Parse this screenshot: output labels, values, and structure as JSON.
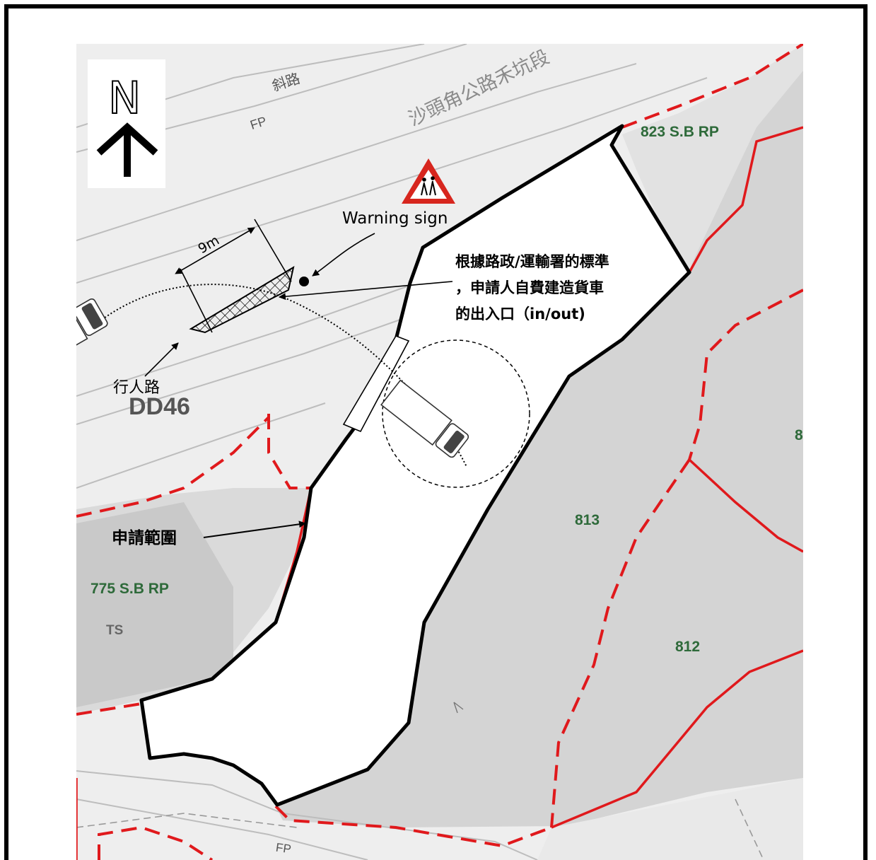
{
  "north_arrow": {
    "letter": "N"
  },
  "labels": {
    "slope": "斜路",
    "fp_top": "FP",
    "road_name": "沙頭角公路禾坑段",
    "lot_823": "823 S.B RP",
    "warning_sign": "Warning sign",
    "distance": "9m",
    "note_line1": "根據路政/運輸署的標準",
    "note_line2": "，申請人自費建造貨車",
    "note_line3": "的出入口（in/out)",
    "footpath": "行人路",
    "dd": "DD46",
    "application_area": "申請範圍",
    "lot_775": "775 S.B RP",
    "ts": "TS",
    "lot_813": "813",
    "lot_812": "812",
    "lot_8_partial": "8",
    "fp_bottom": "FP"
  },
  "colors": {
    "boundary_red": "#e0191c",
    "site_outline": "#000000",
    "map_grey": "#d6d6d6",
    "road_light": "#eeeeee",
    "warning_red": "#d7261e"
  }
}
